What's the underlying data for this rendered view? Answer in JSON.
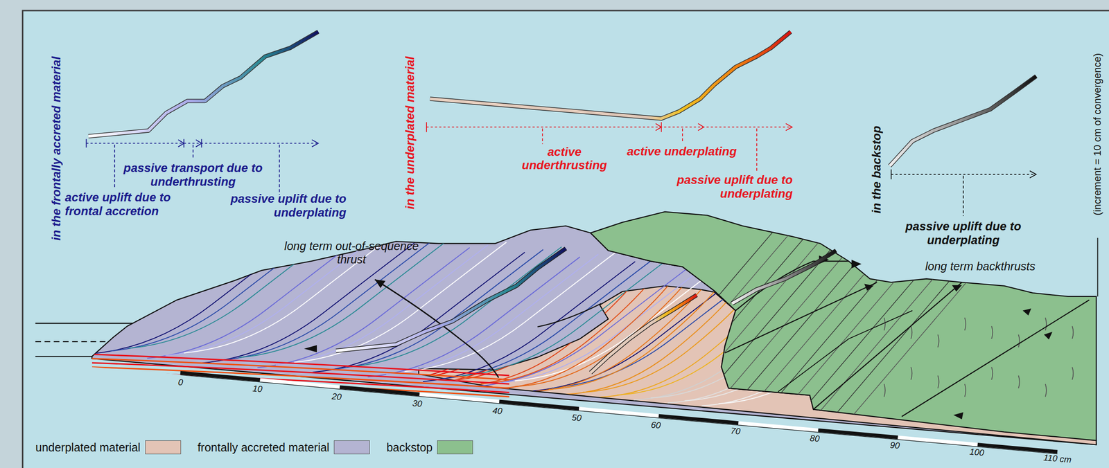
{
  "diagram": {
    "labels": [
      "in the frontally accreted material",
      "passive transport due to underthrusting",
      "active uplift due to frontal accretion",
      "passive uplift due to underplating",
      "in the underplated material",
      "active underthrusting",
      "active underplating",
      "passive uplift due to underplating",
      "in the backstop",
      "passive uplift due to underplating",
      "(increment = 10 cm of convergence)",
      "long term out-of-sequence thrust",
      "long term backthrusts",
      "0",
      "10",
      "20",
      "30",
      "40",
      "50",
      "60",
      "70",
      "80",
      "90",
      "100",
      "110 cm"
    ],
    "legend": [
      {
        "text": "underplated material",
        "color": "#e3c4b6"
      },
      {
        "text": "frontally accreted material",
        "color": "#b4b4d2"
      },
      {
        "text": "backstop",
        "color": "#8cc08e"
      }
    ]
  }
}
